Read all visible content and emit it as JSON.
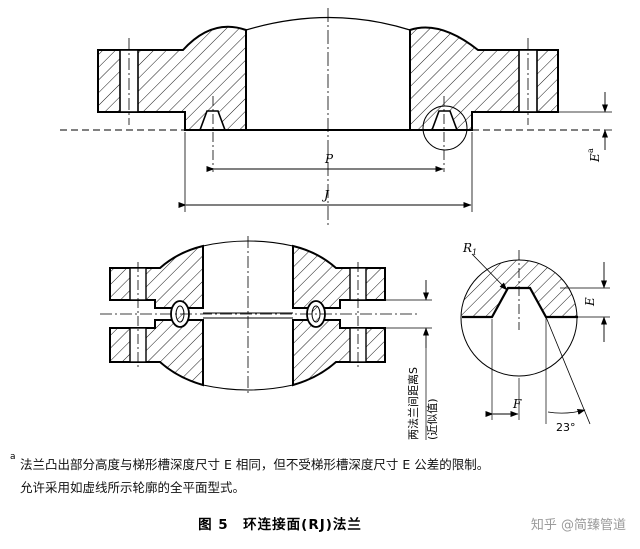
{
  "labels": {
    "p": "P",
    "j": "J",
    "e_top": "E",
    "e_detail": "E",
    "f": "F",
    "r1": "R",
    "r1_sub": "1",
    "angle": "23°",
    "spacing": "两法兰间距离S",
    "approx": "(近似值)",
    "footnote_mark": "a"
  },
  "notes": {
    "line1": "法兰凸出部分高度与梯形槽深度尺寸 E 相同，但不受梯形槽深度尺寸 E 公差的限制。",
    "line2": "允许采用如虚线所示轮廓的全平面型式。"
  },
  "caption": "图 5　环连接面(RJ)法兰",
  "watermark": "知乎 @简臻管道"
}
